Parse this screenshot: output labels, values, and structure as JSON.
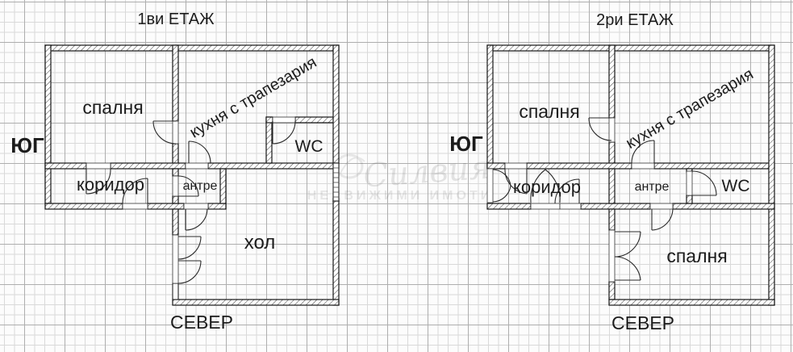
{
  "watermark": {
    "script": "Силвия",
    "caps": "НЕДВИЖИМИ ИМОТИ"
  },
  "floor1": {
    "title": "1ви ЕТАЖ",
    "compass": {
      "south": "ЮГ",
      "north": "СЕВЕР"
    },
    "rooms": {
      "bedroom": "спалня",
      "kitchen": "кухня с трапезария",
      "wc": "WC",
      "corridor": "коридор",
      "entry": "антре",
      "living": "хол"
    }
  },
  "floor2": {
    "title": "2ри ЕТАЖ",
    "compass": {
      "south": "ЮГ",
      "north": "СЕВЕР"
    },
    "rooms": {
      "bedroom_south": "спалня",
      "kitchen": "кухня с трапезария",
      "wc": "WC",
      "corridor": "коридор",
      "entry": "антре",
      "bedroom_north": "спалня"
    }
  }
}
